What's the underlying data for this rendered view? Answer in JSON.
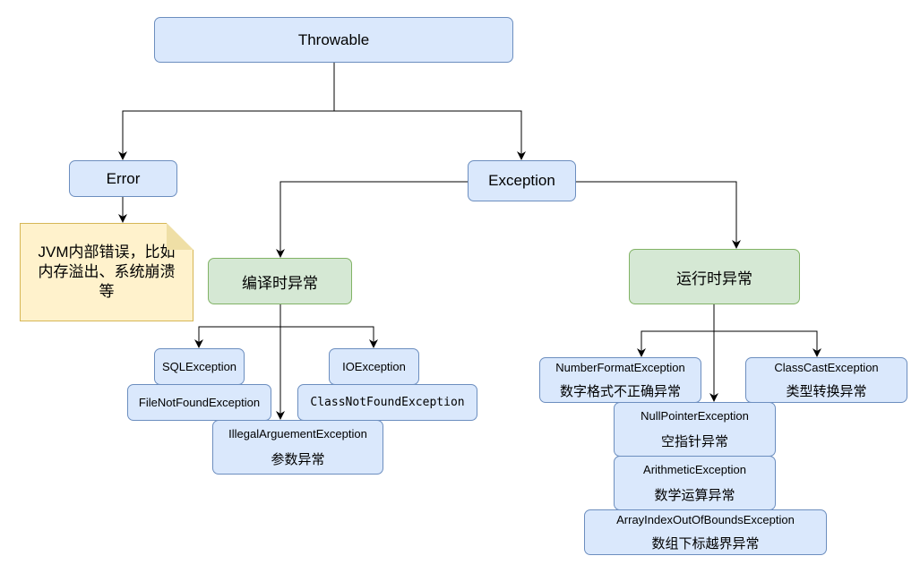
{
  "nodes": {
    "throwable": "Throwable",
    "error": "Error",
    "error_note": "JVM内部错误，比如内存溢出、系统崩溃等",
    "exception": "Exception",
    "checked": "编译时异常",
    "runtime": "运行时异常",
    "sql": "SQLException",
    "io": "IOException",
    "file_not_found": "FileNotFoundException",
    "class_not_found": "ClassNotFoundException",
    "illegal_arg": {
      "name": "IllegalArguementException",
      "desc": "参数异常"
    },
    "number_format": {
      "name": "NumberFormatException",
      "desc": "数字格式不正确异常"
    },
    "class_cast": {
      "name": "ClassCastException",
      "desc": "类型转换异常"
    },
    "null_pointer": {
      "name": "NullPointerException",
      "desc": "空指针异常"
    },
    "arithmetic": {
      "name": "ArithmeticException",
      "desc": "数学运算异常"
    },
    "array_index": {
      "name": "ArrayIndexOutOfBoundsException",
      "desc": "数组下标越界异常"
    }
  },
  "colors": {
    "blue_fill": "#dae8fc",
    "blue_stroke": "#6c8ebf",
    "green_fill": "#d5e8d4",
    "green_stroke": "#82b366",
    "note_fill": "#fff2cc",
    "note_stroke": "#d6b656"
  }
}
